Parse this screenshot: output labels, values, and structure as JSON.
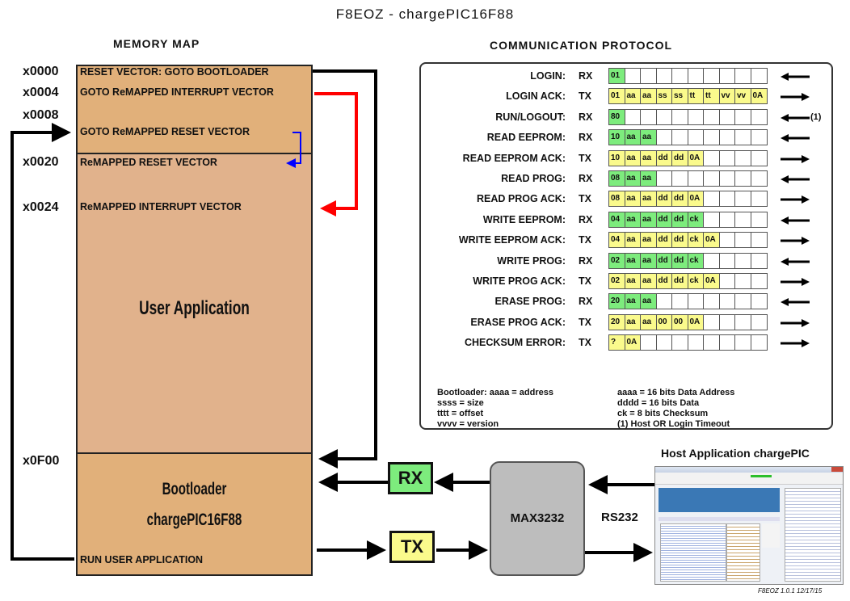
{
  "title": "F8EOZ - chargePIC16F88",
  "memory_map": {
    "heading": "MEMORY MAP",
    "addresses": [
      "x0000",
      "x0004",
      "x0008",
      "x0020",
      "x0024",
      "x0F00"
    ],
    "lines": {
      "reset_vector": "RESET VECTOR: GOTO BOOTLOADER",
      "goto_interrupt": "GOTO ReMAPPED INTERRUPT VECTOR",
      "goto_reset": "GOTO ReMAPPED RESET VECTOR",
      "remapped_reset": "ReMAPPED RESET VECTOR",
      "remapped_interrupt": "ReMAPPED INTERRUPT VECTOR",
      "user_app": "User Application",
      "bootloader_1": "Bootloader",
      "bootloader_2": "chargePIC16F88",
      "run_user": "RUN USER APPLICATION"
    },
    "arrow_colors": {
      "main": "#000000",
      "interrupt": "#ff0000",
      "reset": "#0000ff"
    },
    "region_colors": {
      "vectors": "#e1b07a",
      "user": "#e1b28c",
      "boot": "#e1b07a"
    }
  },
  "protocol": {
    "heading": "COMMUNICATION PROTOCOL",
    "colors": {
      "rx": "#7dec7d",
      "tx": "#fafa8c"
    },
    "rows": [
      {
        "label": "LOGIN:",
        "dir": "RX",
        "bytes": [
          "01"
        ],
        "arrow": "left",
        "note": ""
      },
      {
        "label": "LOGIN ACK:",
        "dir": "TX",
        "bytes": [
          "01",
          "aa",
          "aa",
          "ss",
          "ss",
          "tt",
          "tt",
          "vv",
          "vv",
          "0A"
        ],
        "arrow": "right",
        "note": ""
      },
      {
        "label": "RUN/LOGOUT:",
        "dir": "RX",
        "bytes": [
          "80"
        ],
        "arrow": "left",
        "note": "(1)"
      },
      {
        "label": "READ EEPROM:",
        "dir": "RX",
        "bytes": [
          "10",
          "aa",
          "aa"
        ],
        "arrow": "left",
        "note": ""
      },
      {
        "label": "READ EEPROM ACK:",
        "dir": "TX",
        "bytes": [
          "10",
          "aa",
          "aa",
          "dd",
          "dd",
          "0A"
        ],
        "arrow": "right",
        "note": ""
      },
      {
        "label": "READ PROG:",
        "dir": "RX",
        "bytes": [
          "08",
          "aa",
          "aa"
        ],
        "arrow": "left",
        "note": ""
      },
      {
        "label": "READ PROG ACK:",
        "dir": "TX",
        "bytes": [
          "08",
          "aa",
          "aa",
          "dd",
          "dd",
          "0A"
        ],
        "arrow": "right",
        "note": ""
      },
      {
        "label": "WRITE EEPROM:",
        "dir": "RX",
        "bytes": [
          "04",
          "aa",
          "aa",
          "dd",
          "dd",
          "ck"
        ],
        "arrow": "left",
        "note": ""
      },
      {
        "label": "WRITE EEPROM ACK:",
        "dir": "TX",
        "bytes": [
          "04",
          "aa",
          "aa",
          "dd",
          "dd",
          "ck",
          "0A"
        ],
        "arrow": "right",
        "note": ""
      },
      {
        "label": "WRITE PROG:",
        "dir": "RX",
        "bytes": [
          "02",
          "aa",
          "aa",
          "dd",
          "dd",
          "ck"
        ],
        "arrow": "left",
        "note": ""
      },
      {
        "label": "WRITE PROG ACK:",
        "dir": "TX",
        "bytes": [
          "02",
          "aa",
          "aa",
          "dd",
          "dd",
          "ck",
          "0A"
        ],
        "arrow": "right",
        "note": ""
      },
      {
        "label": "ERASE PROG:",
        "dir": "RX",
        "bytes": [
          "20",
          "aa",
          "aa"
        ],
        "arrow": "left",
        "note": ""
      },
      {
        "label": "ERASE PROG ACK:",
        "dir": "TX",
        "bytes": [
          "20",
          "aa",
          "aa",
          "00",
          "00",
          "0A"
        ],
        "arrow": "right",
        "note": ""
      },
      {
        "label": "CHECKSUM ERROR:",
        "dir": "TX",
        "bytes": [
          "?",
          "0A"
        ],
        "arrow": "right",
        "note": ""
      }
    ],
    "legend_left": [
      "Bootloader: aaaa = address",
      "ssss = size",
      "tttt = offset",
      "vvvv = version"
    ],
    "legend_right": [
      "aaaa = 16 bits Data Address",
      "dddd = 16 bits Data",
      "ck = 8 bits Checksum",
      "(1) Host OR Login Timeout"
    ]
  },
  "hardware": {
    "rx_label": "RX",
    "tx_label": "TX",
    "rx_color": "#7dec7d",
    "tx_color": "#fafa8c",
    "chip_label": "MAX3232",
    "link_label": "RS232",
    "host_title": "Host Application chargePIC",
    "footer": "F8EOZ 1.0.1 12/17/15"
  }
}
